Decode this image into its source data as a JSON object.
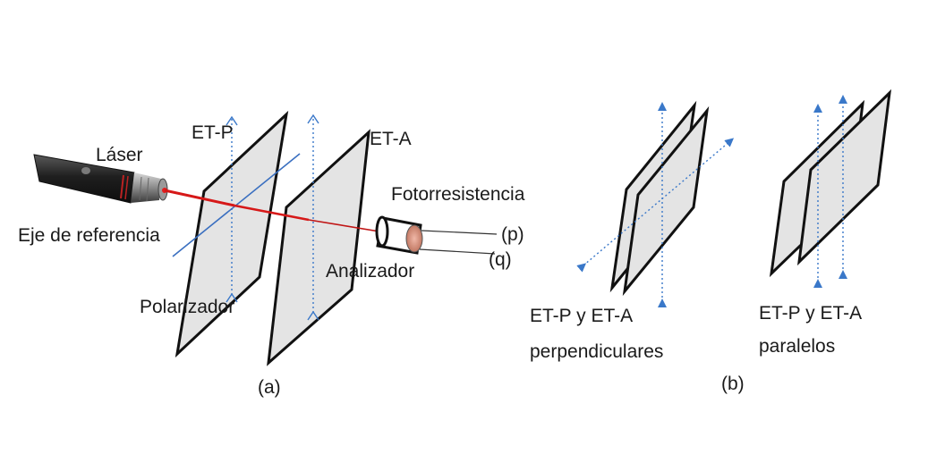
{
  "panel_a": {
    "labels": {
      "laser": "Láser",
      "et_p": "ET-P",
      "et_a": "ET-A",
      "axis": "Eje de referencia",
      "photoresistor": "Fotorresistencia",
      "p": "(p)",
      "q": "(q)",
      "analyzer": "Analizador",
      "polarizer": "Polarizador",
      "caption": "(a)"
    }
  },
  "panel_b": {
    "perpendicular": {
      "line1": "ET-P y ET-A",
      "line2": "perpendiculares"
    },
    "parallel": {
      "line1": "ET-P y ET-A",
      "line2": "paralelos"
    },
    "caption": "(b)"
  },
  "colors": {
    "arrow": "#3a78c9",
    "beam": "#d61818",
    "sheet_fill": "#e4e4e4",
    "sheet_edge": "#111111",
    "laser_body": "#2a2a2a",
    "reference_axis": "#3a6fc0"
  }
}
